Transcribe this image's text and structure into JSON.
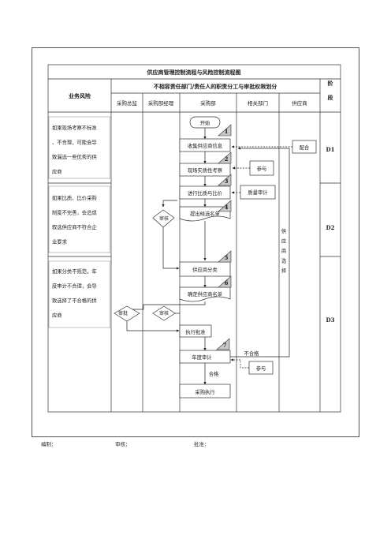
{
  "title": "供应商管理控制流程与风险控制流程图",
  "header": {
    "risk_column": "业务风险",
    "responsibility_title": "不相容责任部门/责任人的职责分工与审批权限划分",
    "phase_column": "阶段",
    "departments": [
      "采购总监",
      "采购部经理",
      "采购部",
      "相关部门",
      "供应商"
    ]
  },
  "risks": [
    "如果现场考察不标准、不合理，可能会导致漏选一些优秀的供应商",
    "如果比质、比价采购制度不完善，会造成叙选供应商不符合企业要求",
    "如果分类不规范，年度审计不合理，会导致选择了不合格的供应商"
  ],
  "phases": [
    "D1",
    "D2",
    "D3"
  ],
  "nodes": {
    "start": "开始",
    "collect": "收集供应商信息",
    "inspect": "现场实质性考察",
    "compare": "进行比质与比价",
    "propose": "提出候选名单",
    "classify": "供应商分类",
    "confirm": "确定供应商名单",
    "execute": "执行批准",
    "audit": "年度审计",
    "purchase": "采购执行",
    "cooperate": "配合",
    "participate1": "参与",
    "quality_audit": "质量审计",
    "participate2": "参与",
    "review": "审核",
    "approve": "审批",
    "review2": "审核",
    "supplier_choice": "供应商选择",
    "unqualified": "不合格",
    "qualified": "合格"
  },
  "step_numbers": [
    "1",
    "2",
    "3",
    "4",
    "5",
    "6",
    "7"
  ],
  "footer": {
    "prepared": "编制：",
    "reviewed": "审核：",
    "approved": "批准："
  }
}
